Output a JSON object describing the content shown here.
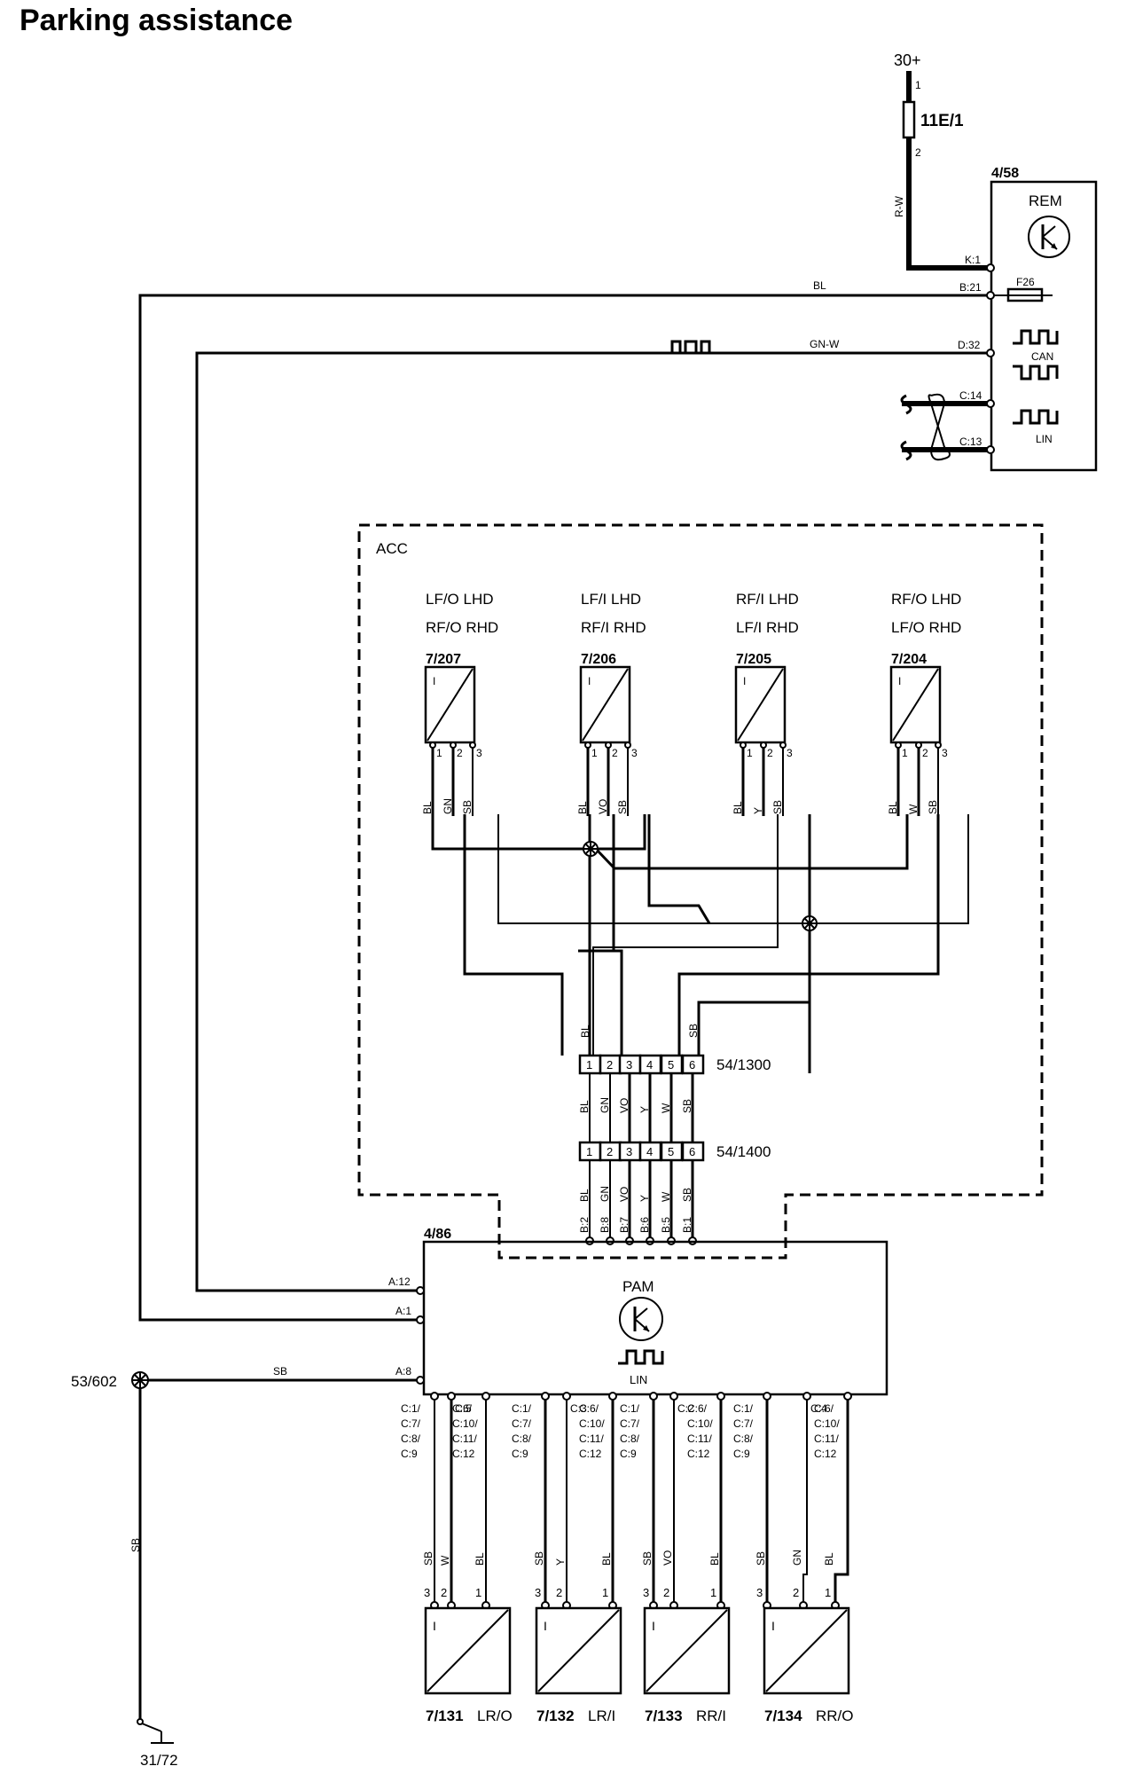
{
  "title": "Parking assistance",
  "supply": {
    "label": "30+",
    "fuse": "11E/1",
    "fuse_pin_in": "1",
    "fuse_pin_out": "2",
    "wire_color": "R-W"
  },
  "rem": {
    "id": "4/58",
    "name": "REM",
    "pins": {
      "k1": "K:1",
      "b21": "B:21",
      "d32": "D:32",
      "c14": "C:14",
      "c13": "C:13"
    },
    "fuse": "F26",
    "can_label": "CAN",
    "lin_label": "LIN"
  },
  "wires": {
    "bl": "BL",
    "gnw": "GN-W",
    "sb_ground": "SB",
    "sb_vertical": "SB"
  },
  "acc": {
    "label": "ACC"
  },
  "front_sensors": [
    {
      "id": "7/207",
      "line1": "LF/O  LHD",
      "line2": "RF/O  RHD",
      "pins": [
        "1",
        "2",
        "3"
      ],
      "wires": [
        "BL",
        "GN",
        "SB"
      ]
    },
    {
      "id": "7/206",
      "line1": "LF/I    LHD",
      "line2": "RF/I    RHD",
      "pins": [
        "1",
        "2",
        "3"
      ],
      "wires": [
        "BL",
        "VO",
        "SB"
      ]
    },
    {
      "id": "7/205",
      "line1": "RF/I    LHD",
      "line2": "LF/I    RHD",
      "pins": [
        "1",
        "2",
        "3"
      ],
      "wires": [
        "BL",
        "Y",
        "SB"
      ]
    },
    {
      "id": "7/204",
      "line1": "RF/O  LHD",
      "line2": "LF/O  RHD",
      "pins": [
        "1",
        "2",
        "3"
      ],
      "wires": [
        "BL",
        "W",
        "SB"
      ]
    }
  ],
  "connector_1300": {
    "id": "54/1300",
    "pins": [
      "1",
      "2",
      "3",
      "4",
      "5",
      "6"
    ],
    "wires_above": [
      "BL",
      "",
      "",
      "",
      "",
      "SB"
    ],
    "wires_below": [
      "BL",
      "GN",
      "VO",
      "Y",
      "W",
      "SB"
    ]
  },
  "connector_1400": {
    "id": "54/1400",
    "pins": [
      "1",
      "2",
      "3",
      "4",
      "5",
      "6"
    ],
    "wires_below": [
      "BL",
      "GN",
      "VO",
      "Y",
      "W",
      "SB"
    ]
  },
  "pam": {
    "id": "4/86",
    "name": "PAM",
    "lin_label": "LIN",
    "b_pins": [
      "B:2",
      "B:8",
      "B:7",
      "B:6",
      "B:5",
      "B:1"
    ],
    "a_pins": {
      "a12": "A:12",
      "a1": "A:1",
      "a8": "A:8"
    },
    "c_groups": [
      [
        "C:1/",
        "C:7/",
        "C:8/",
        "C:9"
      ],
      [
        "C:5"
      ],
      [
        "C:6/",
        "C:10/",
        "C:11/",
        "C:12"
      ],
      [
        "C:1/",
        "C:7/",
        "C:8/",
        "C:9"
      ],
      [
        "C:3"
      ],
      [
        "C:6/",
        "C:10/",
        "C:11/",
        "C:12"
      ],
      [
        "C:1/",
        "C:7/",
        "C:8/",
        "C:9"
      ],
      [
        "C:2"
      ],
      [
        "C:6/",
        "C:10/",
        "C:11/",
        "C:12"
      ],
      [
        "C:1/",
        "C:7/",
        "C:8/",
        "C:9"
      ],
      [
        "C:4"
      ],
      [
        "C:6/",
        "C:10/",
        "C:11/",
        "C:12"
      ]
    ]
  },
  "ground_splice": "53/602",
  "ground_point": "31/72",
  "rear_sensors": [
    {
      "id": "7/131",
      "pos": "LR/O",
      "pins": [
        "3",
        "2",
        "1"
      ],
      "wires": [
        "SB",
        "W",
        "BL"
      ]
    },
    {
      "id": "7/132",
      "pos": "LR/I",
      "pins": [
        "3",
        "2",
        "1"
      ],
      "wires": [
        "SB",
        "Y",
        "BL"
      ]
    },
    {
      "id": "7/133",
      "pos": "RR/I",
      "pins": [
        "3",
        "2",
        "1"
      ],
      "wires": [
        "SB",
        "VO",
        "BL"
      ]
    },
    {
      "id": "7/134",
      "pos": "RR/O",
      "pins": [
        "3",
        "2",
        "1"
      ],
      "wires": [
        "SB",
        "GN",
        "BL"
      ]
    }
  ],
  "sensor_symbol": "I"
}
